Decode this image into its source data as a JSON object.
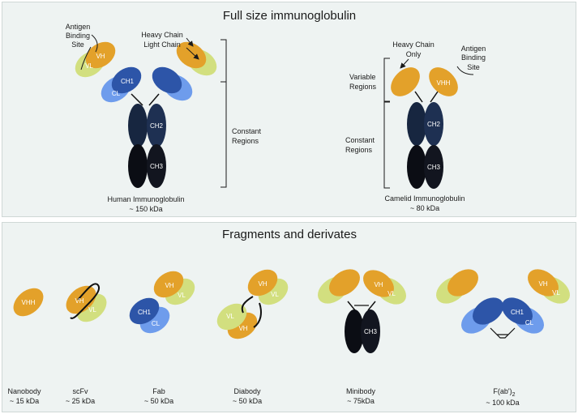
{
  "colors": {
    "vh": "#e3a12a",
    "vl": "#d2df7f",
    "ch1": "#2d55a8",
    "cl": "#6e9cec",
    "heavy_dark": "#172640",
    "heavy_darker": "#0b0d14",
    "panel": "#eef3f2",
    "text": "#1a1a1a"
  },
  "top": {
    "title": "Full size immunoglobulin",
    "human": {
      "labels": {
        "vh": "VH",
        "vl": "VL",
        "ch1": "CH1",
        "cl": "CL",
        "ch2": "CH2",
        "ch3": "CH3"
      },
      "antigen_site": [
        "Antigen",
        "Binding",
        "Site"
      ],
      "heavy_chain": "Heavy Chain",
      "light_chain": "Light Chain",
      "constant_regions": [
        "Constant",
        "Regions"
      ],
      "name": "Human Immunoglobulin",
      "weight": "~ 150 kDa"
    },
    "camelid": {
      "labels": {
        "vhh": "VHH",
        "ch2": "CH2",
        "ch3": "CH3"
      },
      "heavy_chain_only": [
        "Heavy Chain",
        "Only"
      ],
      "antigen_site": [
        "Antigen",
        "Binding",
        "Site"
      ],
      "variable_regions": [
        "Variable",
        "Regions"
      ],
      "constant_regions": [
        "Constant",
        "Regions"
      ],
      "name": "Camelid Immunoglobulin",
      "weight": "~ 80 kDa"
    }
  },
  "bottom": {
    "title": "Fragments and derivates",
    "fragments": [
      {
        "name": "Nanobody",
        "weight": "~ 15 kDa"
      },
      {
        "name": "scFv",
        "weight": "~ 25 kDa"
      },
      {
        "name": "Fab",
        "weight": "~ 50 kDa"
      },
      {
        "name": "Diabody",
        "weight": "~ 50 kDa"
      },
      {
        "name": "Minibody",
        "weight": "~ 75kDa"
      },
      {
        "name": "F(ab')",
        "name_sub": "2",
        "weight": "~ 100 kDa"
      }
    ],
    "domain_labels": {
      "vhh": "VHH",
      "vh": "VH",
      "vl": "VL",
      "ch1": "CH1",
      "cl": "CL",
      "ch3": "CH3"
    }
  }
}
